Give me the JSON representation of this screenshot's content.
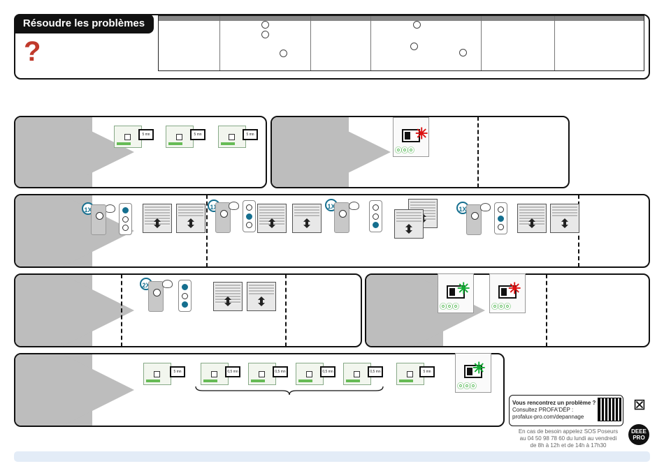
{
  "header": {
    "title": "Résoudre les problèmes"
  },
  "timer_labels": {
    "t5": "5 mn",
    "t05": "0,5 mn"
  },
  "multipliers": {
    "once": "1X",
    "twice": "2X"
  },
  "help": {
    "line1": "Vous rencontrez un problème ?",
    "line2": "Consultez PROFA'DÉP :",
    "line3": "profalux-pro.com/depannage",
    "sos1": "En cas de besoin appelez SOS Poseurs",
    "sos2": "au 04 50 98 78 60 du lundi au vendredi",
    "sos3": "de 8h à 12h et de 14h à 17h30"
  },
  "badges": {
    "deee": "DEEE PRO"
  },
  "colors": {
    "accent": "#156f8f",
    "led_green": "#2a2",
    "led_red": "#d11",
    "panel_gray": "#bdbdbd"
  }
}
